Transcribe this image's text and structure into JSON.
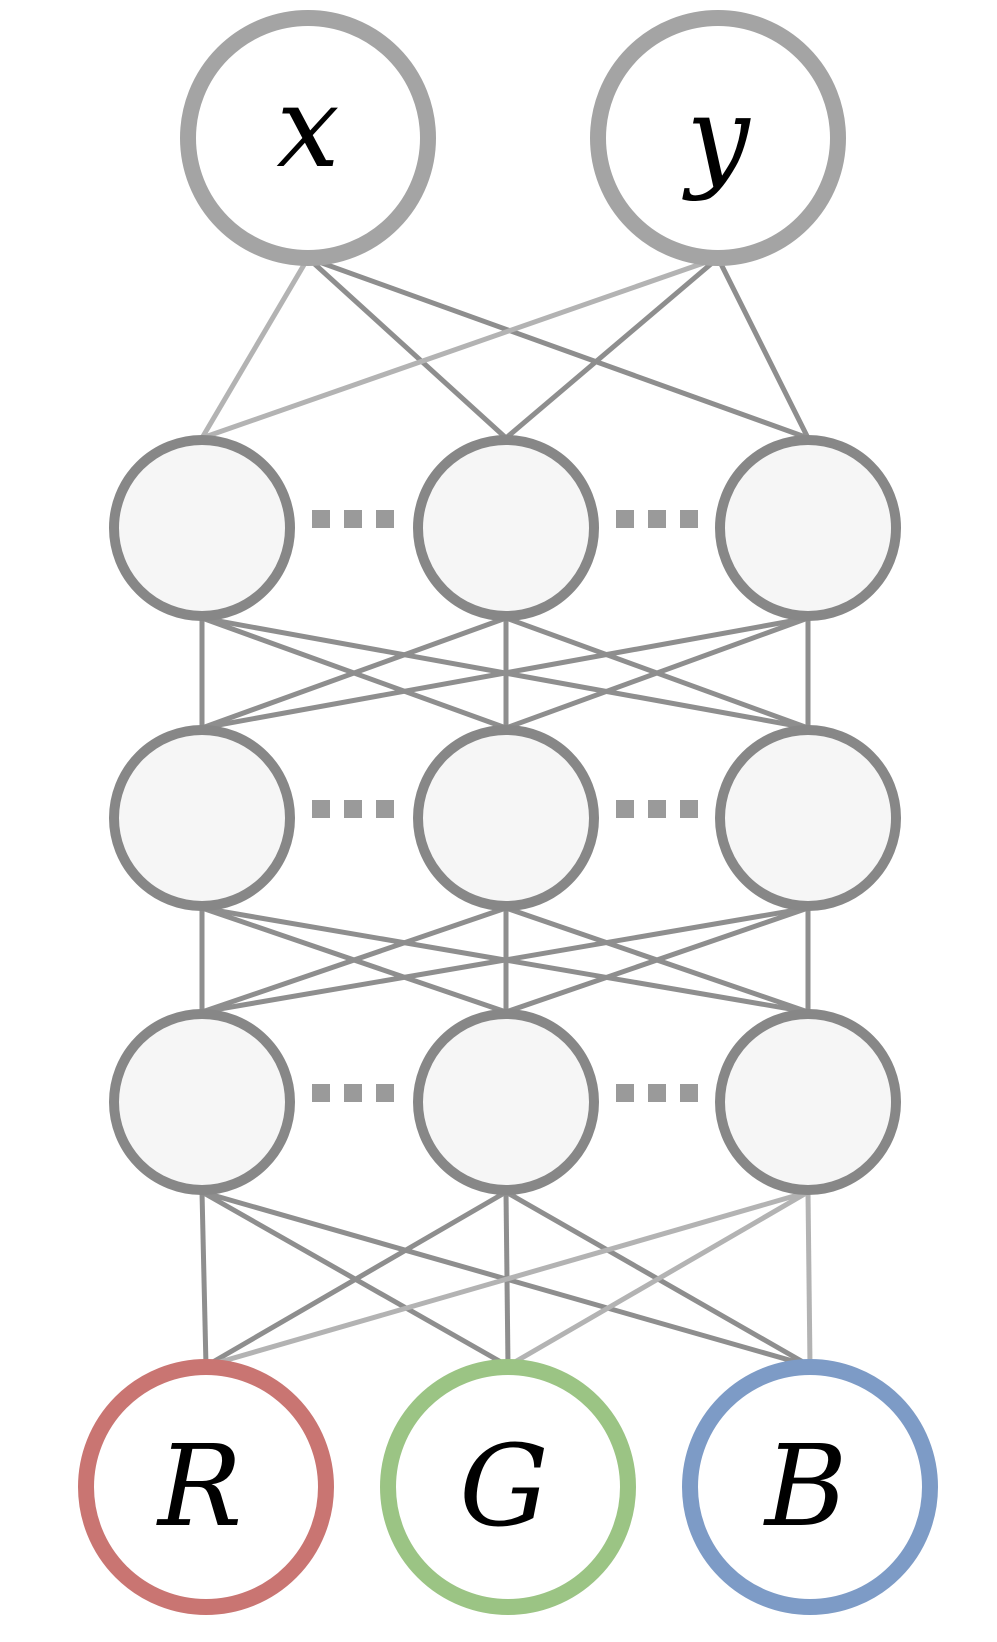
{
  "inputs": [
    {
      "label": "x"
    },
    {
      "label": "y"
    }
  ],
  "hidden_layers": [
    {
      "nodes": 3
    },
    {
      "nodes": 3
    },
    {
      "nodes": 3
    }
  ],
  "outputs": [
    {
      "label": "R",
      "color": "#c97572"
    },
    {
      "label": "G",
      "color": "#9bc484"
    },
    {
      "label": "B",
      "color": "#7d9bc6"
    }
  ],
  "colors": {
    "input_stroke": "#a4a4a4",
    "hidden_stroke": "#878787",
    "hidden_fill": "#f6f6f6",
    "edge_dark": "#8e8e8e",
    "edge_light": "#b3b3b3",
    "ellipsis": "#9a9a9a"
  }
}
